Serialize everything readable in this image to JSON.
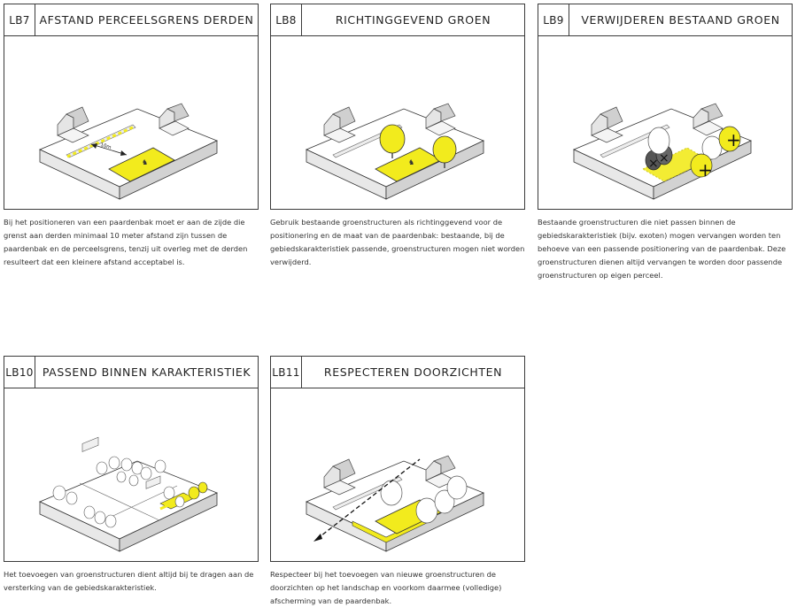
{
  "cards": [
    {
      "code": "LB7",
      "title": "AFSTAND PERCEELSGRENS DERDEN",
      "distance_label": "10m",
      "description": "Bij het positioneren van een paardenbak moet er aan de zijde die grenst aan derden minimaal 10 meter afstand zijn tussen de paardenbak en de perceelsgrens, tenzij uit overleg met de derden resulteert dat een kleinere afstand acceptabel is."
    },
    {
      "code": "LB8",
      "title": "RICHTINGGEVEND GROEN",
      "description": "Gebruik bestaande groenstructuren als richtinggevend voor de positionering en de maat van de paardenbak: bestaande, bij de gebiedskarakteristiek passende, groenstructuren mogen niet worden verwijderd."
    },
    {
      "code": "LB9",
      "title": "VERWIJDEREN BESTAAND GROEN",
      "description": "Bestaande groenstructuren die niet passen binnen de gebiedskarakteristiek (bijv. exoten) mogen vervangen worden ten behoeve van een passende positionering van de paardenbak. Deze groenstructuren dienen altijd vervangen te worden door passende groenstructuren op eigen perceel."
    },
    {
      "code": "LB10",
      "title": "PASSEND BINNEN KARAKTERISTIEK",
      "description": "Het toevoegen van groenstructuren dient altijd bij te dragen aan de versterking van de gebiedskarakteristiek."
    },
    {
      "code": "LB11",
      "title": "RESPECTEREN DOORZICHTEN",
      "description": "Respecteer bij het toevoegen van nieuwe groenstructuren de doorzichten op het landschap en voorkom daarmee (volledige) afscherming van de paardenbak."
    }
  ],
  "colors": {
    "accent": "#f2eb1d",
    "border": "#3a3a3a",
    "gray": "#d6d6d6"
  }
}
